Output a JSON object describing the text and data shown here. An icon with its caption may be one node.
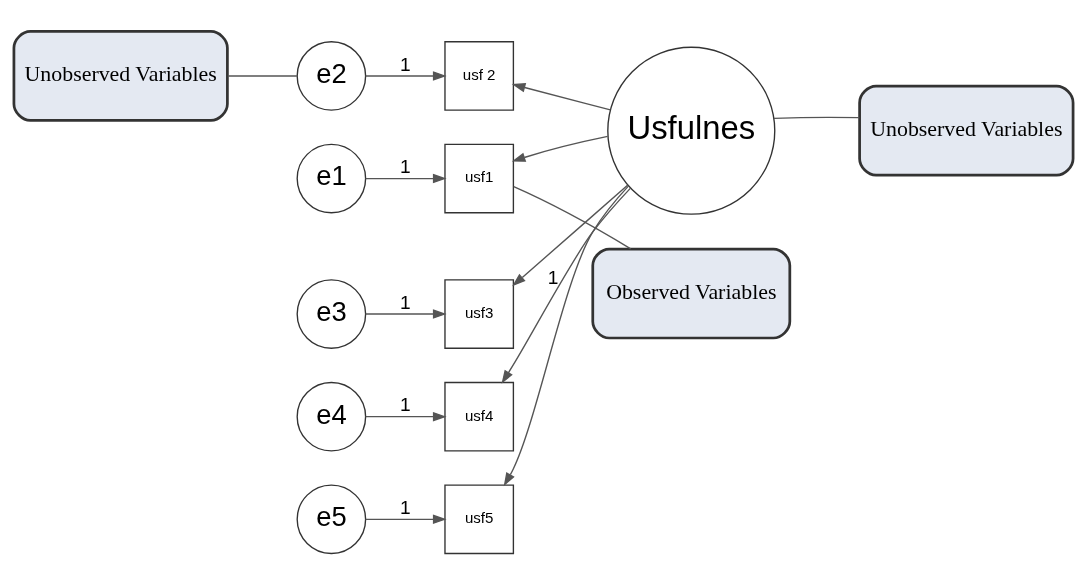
{
  "diagram": {
    "nodes": [
      {
        "text": [
          "Unobserved Variables"
        ]
      },
      {
        "text": [
          "e1"
        ]
      },
      {
        "text": [
          "usf1"
        ]
      },
      {
        "text": [
          "Observed Variables"
        ]
      },
      {
        "text": [
          "e2"
        ]
      },
      {
        "text": [
          "usf 2"
        ]
      },
      {
        "text": [
          "e3"
        ]
      },
      {
        "text": [
          "usf3"
        ]
      },
      {
        "text": [
          "Usfulnes"
        ]
      },
      {
        "text": [
          "Unobserved Variables"
        ]
      },
      {
        "text": [
          "e4"
        ]
      },
      {
        "text": [
          "usf4"
        ]
      },
      {
        "text": [
          "e5"
        ]
      },
      {
        "text": [
          "usf5"
        ]
      }
    ],
    "edges": [
      {
        "from": 0,
        "to": 4,
        "arrow": "none"
      },
      {
        "from": 3,
        "to": 2,
        "arrow": "none"
      },
      {
        "from": 9,
        "to": 8,
        "arrow": "none"
      },
      {
        "from": 1,
        "to": 2,
        "arrow": "to",
        "label": "1"
      },
      {
        "from": 4,
        "to": 5,
        "arrow": "to",
        "label": "1"
      },
      {
        "from": 6,
        "to": 7,
        "arrow": "to",
        "label": "1"
      },
      {
        "from": 10,
        "to": 11,
        "arrow": "to",
        "label": "1"
      },
      {
        "from": 12,
        "to": 13,
        "arrow": "to",
        "label": "1"
      },
      {
        "from": 8,
        "to": 2,
        "arrow": "to"
      },
      {
        "from": 8,
        "to": 5,
        "arrow": "to"
      },
      {
        "from": 8,
        "to": 7,
        "arrow": "to"
      },
      {
        "from": 8,
        "to": 11,
        "arrow": "to",
        "label": "1"
      },
      {
        "from": 8,
        "to": 13,
        "arrow": "to"
      }
    ]
  }
}
